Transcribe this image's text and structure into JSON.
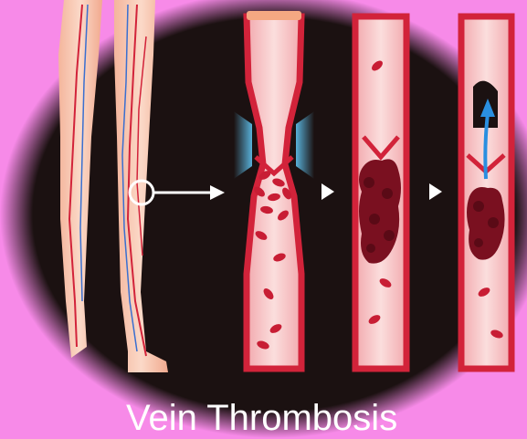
{
  "caption": "Vein Thrombosis",
  "colors": {
    "background": "#f78ae8",
    "vignette": "#1b1111",
    "skin": "#f6c7b4",
    "vessel_wall": "#d2233a",
    "vessel_lumen": "#f7c6c6",
    "blood_cell": "#c81d34",
    "clot": "#7a1020",
    "compression": "#5fc3f0",
    "flow_arrow": "#2a8fe0",
    "connector": "#ffffff"
  },
  "icons": [
    "legs-illustration",
    "zoom-circle",
    "connector-arrow",
    "compression-arrows",
    "play-arrow",
    "clot",
    "upward-flow-arrow"
  ]
}
